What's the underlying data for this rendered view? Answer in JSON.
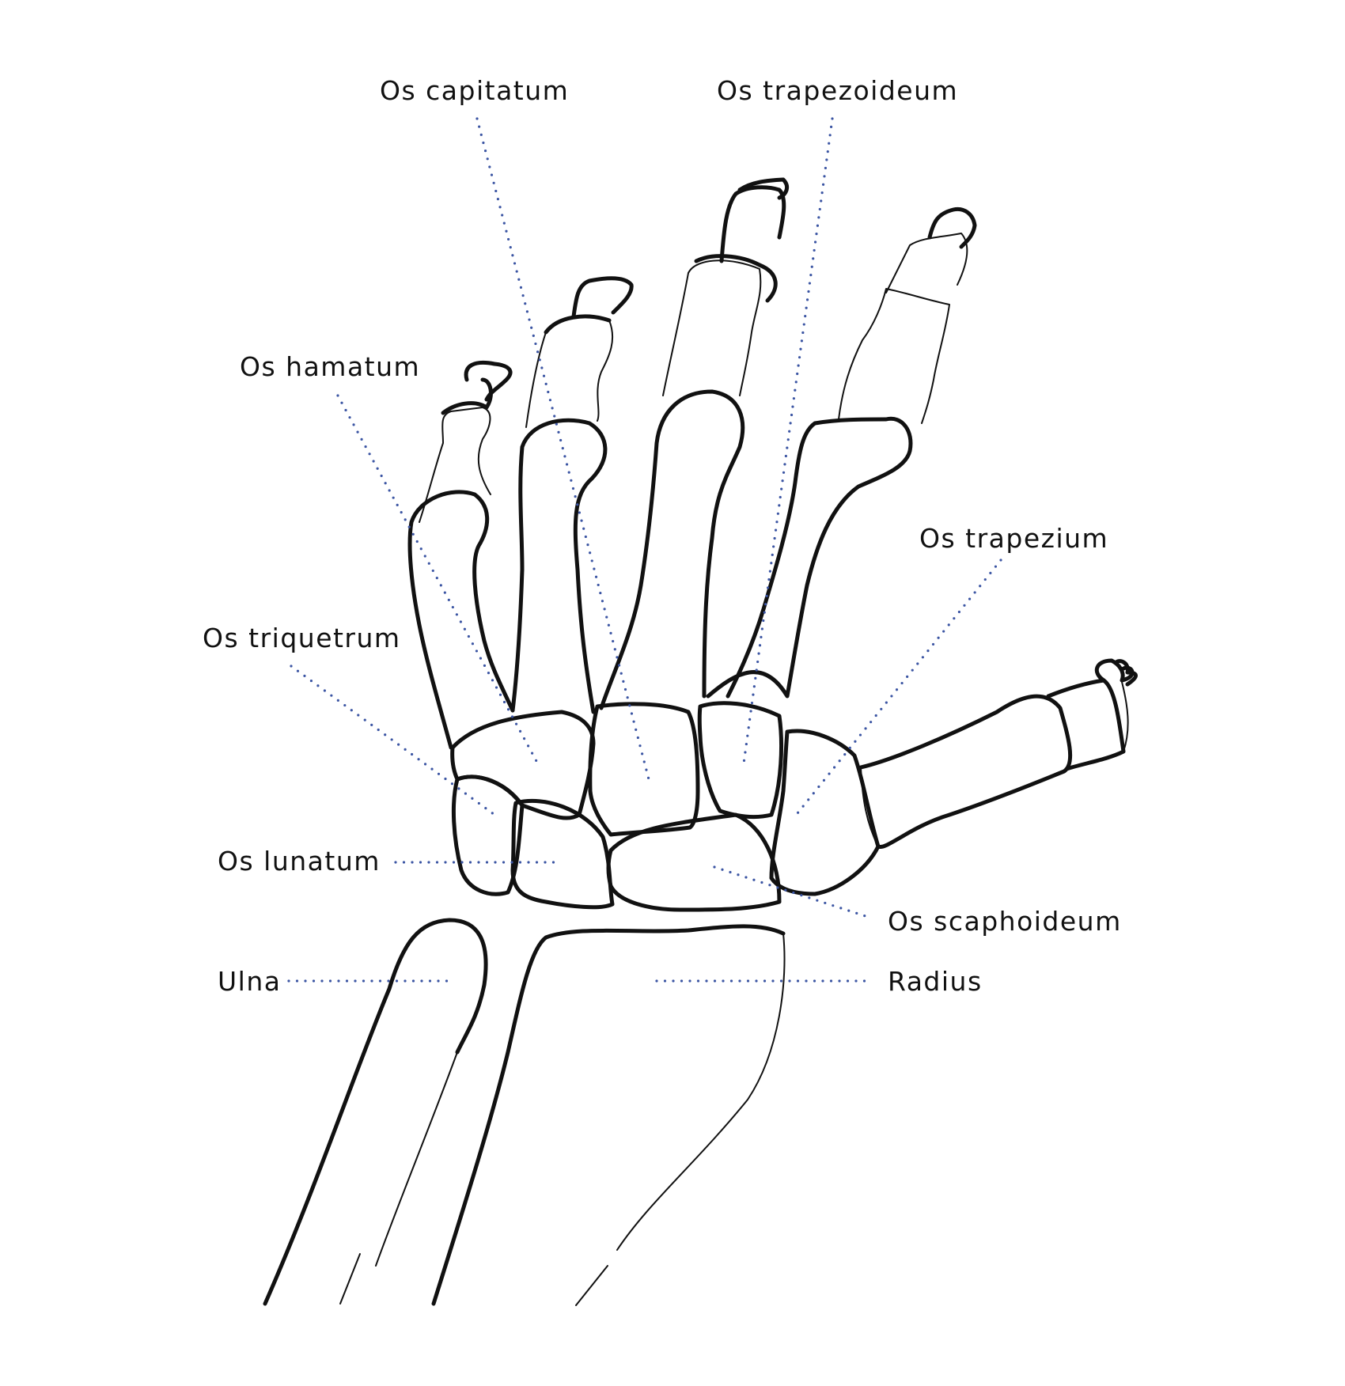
{
  "colors": {
    "outline": "#111111",
    "leader": "#3b55a3",
    "background": "#ffffff"
  },
  "labels": {
    "capitatum": "Os capitatum",
    "trapezoideum": "Os trapezoideum",
    "hamatum": "Os hamatum",
    "trapezium": "Os trapezium",
    "triquetrum": "Os triquetrum",
    "lunatum": "Os lunatum",
    "scaphoideum": "Os scaphoideum",
    "ulna": "Ulna",
    "radius": "Radius"
  }
}
